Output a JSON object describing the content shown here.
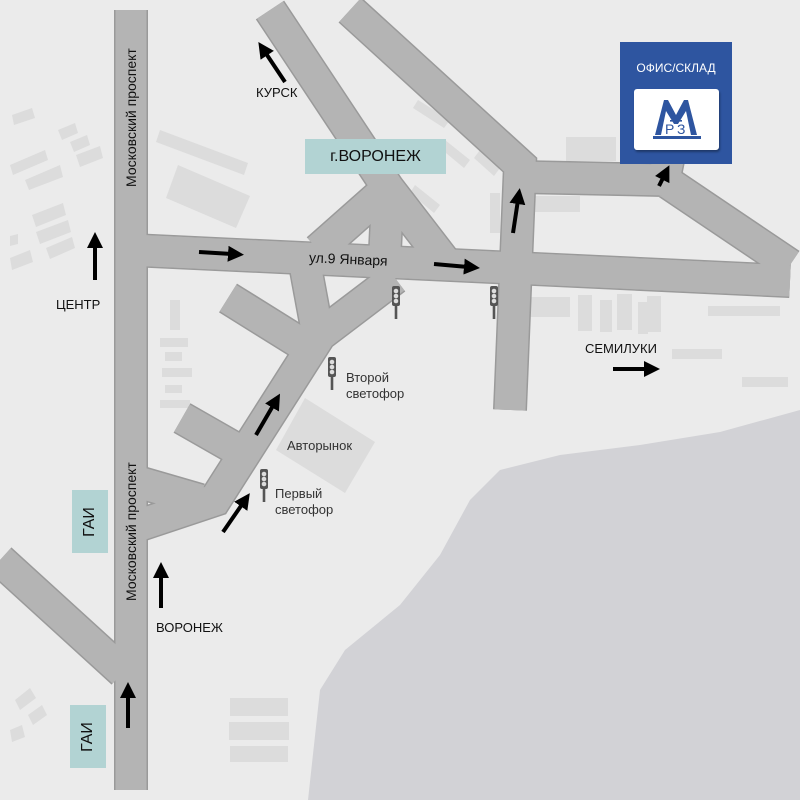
{
  "labels": {
    "street_main": "Московский проспект",
    "street_jan": "ул.9 Января",
    "city": "г.ВОРОНЕЖ",
    "kursk": "КУРСК",
    "center": "ЦЕНТР",
    "voronezh": "ВОРОНЕЖ",
    "semiluki": "СЕМИЛУКИ",
    "gai": "ГАИ",
    "avtorynok": "Авторынок",
    "second_light_1": "Второй",
    "second_light_2": "светофор",
    "first_light_1": "Первый",
    "first_light_2": "светофор"
  },
  "office": {
    "title": "ОФИС/СКЛАД",
    "logo_text": "МРЗ"
  },
  "colors": {
    "background": "#ebebeb",
    "road": "#b4b4b4",
    "road_edge": "#9a9a9a",
    "lake": "#d2d2d6",
    "building": "#dcdcdc",
    "label_box": "#b2d3d3",
    "office": "#2e55a0"
  }
}
